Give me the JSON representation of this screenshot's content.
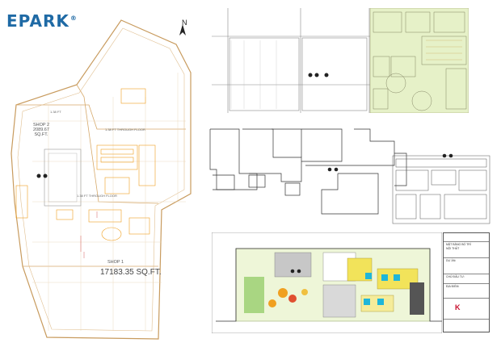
{
  "logo": {
    "text": "EPARK",
    "reg": "®"
  },
  "north": {
    "letter": "N"
  },
  "plan1": {
    "shop2": {
      "name": "SHOP 2",
      "area": "2089.67 SQ.FT."
    },
    "shop1": {
      "name": "SHOP 1",
      "area": "17183.35 SQ.FT."
    },
    "notes": [
      "1.38 FT",
      "1.38 FT THROUGH FLOOR",
      "1.38 FT THROUGH FLOOR"
    ]
  },
  "titleblock": {
    "lines": [
      "MẶT BẰNG BỐ TRÍ",
      "NỘI THẤT",
      "DỰ ÁN:",
      "CHỦ ĐẦU TƯ:",
      "ĐỊA ĐIỂM:"
    ],
    "logo": "K"
  },
  "colors": {
    "logo_blue": "#1f6aa5",
    "line": "#999999",
    "pale_green": "#e6f1c8",
    "yellow": "#f2e35a",
    "cyan": "#1fb6d9",
    "orange": "#f0a020"
  }
}
